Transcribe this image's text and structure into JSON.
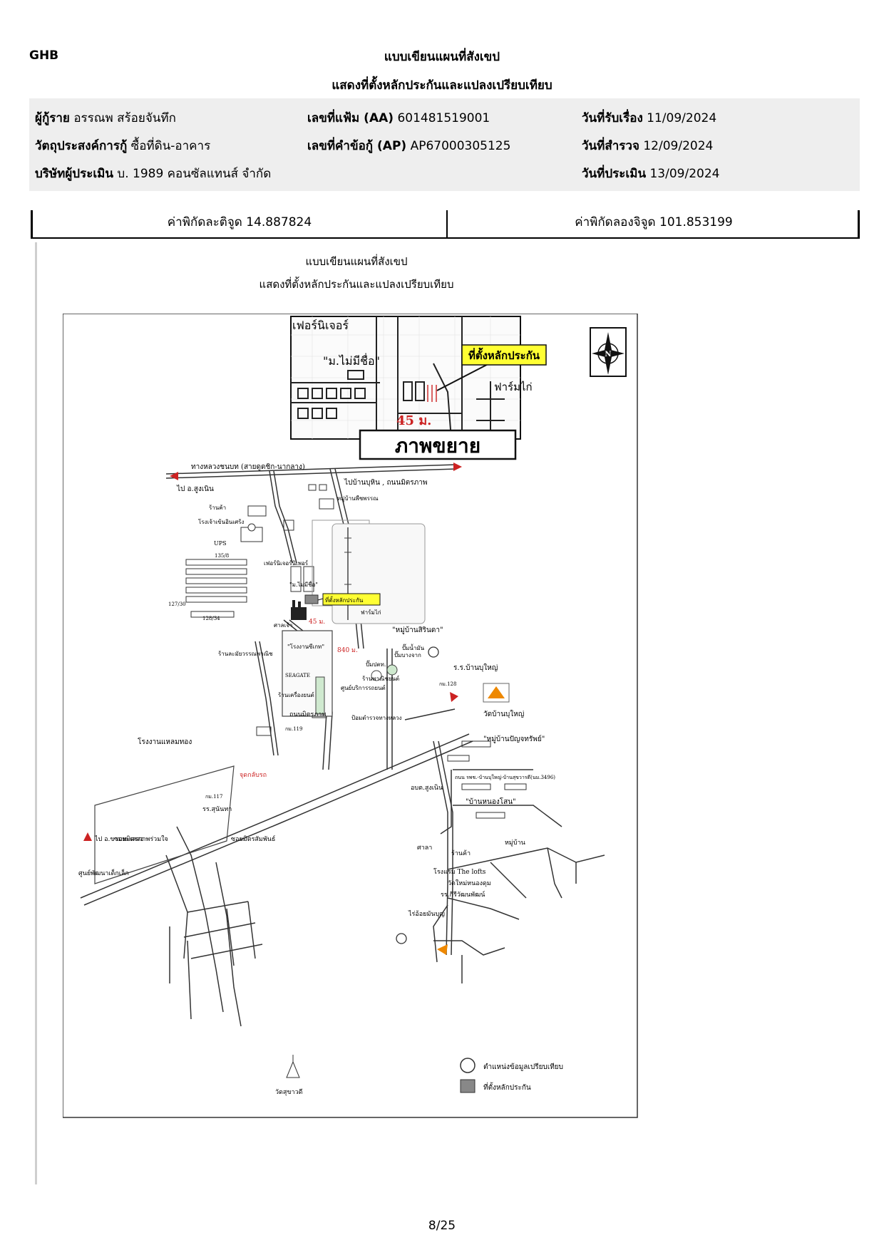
{
  "header": {
    "org": "GHB",
    "title_line1": "แบบเขียนแผนที่สังเขป",
    "title_line2": "แสดงที่ตั้งหลักประกันและแปลงเปรียบเทียบ"
  },
  "info": {
    "borrower_label": "ผู้กู้ราย",
    "borrower_value": "อรรณพ สร้อยจันทึก",
    "file_no_label": "เลขที่แฟ้ม (AA)",
    "file_no_value": "601481519001",
    "received_date_label": "วันที่รับเรื่อง",
    "received_date_value": "11/09/2024",
    "purpose_label": "วัตถุประสงค์การกู้",
    "purpose_value": "ซื้อที่ดิน-อาคาร",
    "request_no_label": "เลขที่คำข้อกู้ (AP)",
    "request_no_value": "AP67000305125",
    "survey_date_label": "วันที่สำรวจ",
    "survey_date_value": "12/09/2024",
    "appraiser_label": "บริษัทผู้ประเมิน",
    "appraiser_value": "บ. 1989 คอนซัลแทนส์ จำกัด",
    "appraisal_date_label": "วันที่ประเมิน",
    "appraisal_date_value": "13/09/2024"
  },
  "coords": {
    "lat_text": "ค่าพิกัดละติจูด 14.887824",
    "lng_text": "ค่าพิกัดลองจิจูด 101.853199"
  },
  "map": {
    "heading1": "แบบเขียนแผนที่สังเขป",
    "heading2": "แสดงที่ตั้งหลักประกันและแปลงเปรียบเทียบ",
    "inset": {
      "label_furniture": "เฟอร์นิเจอร์",
      "label_village": "\"ม.ไม่มีชื่อ\"",
      "label_collateral": "ที่ตั้งหลักประกัน",
      "label_farm": "ฟาร์มไก่",
      "label_distance": "45 ม.",
      "label_zoom": "ภาพขยาย",
      "north": "N"
    },
    "labels": {
      "highway_top": "ทางหลวงชนบท (สายดูดชิก-นากลาง)",
      "to_sungnoen": "ไป อ.สูงเนิน",
      "to_banbu": "ไปบ้านบุหิน , ถนนมิตรภาพ",
      "village_top": "หมู่บ้านพืชพรรณ",
      "shop": "ร้านค้า",
      "chinese_shrine": "โรงเจ้าเข้นอินเศร้ง",
      "ups": "UPS",
      "furniture": "เฟอร์นิเจอร์นิเพอร์",
      "no_name": "\"ม.ไม่มีชื่อ\"",
      "collateral": "ที่ตั้งหลักประกัน",
      "farm": "ฟาร์มไก่",
      "dist45": "45 ม.",
      "n135": "135/8",
      "n127": "127/30",
      "n128": "128/34",
      "mosque": "ศาลเจ้า",
      "factory": "\"โรงงานซีเกท\"",
      "dist840": "840 ม.",
      "village_sirinda": "\"หมู่บ้านสิรินดา\"",
      "gas_station": "ปั๊มน้ำมัน",
      "bangchak": "ปั๊มบางจาก",
      "gas_ptt": "ปั๊มปตท.",
      "school_banbu": "ร.ร.บ้านบุใหญ่",
      "km128": "กม.128",
      "wat_banbu": "วัดบ้านบุใหญ่",
      "shop_lamai": "ร้านละมัยวรรณพาณิช",
      "seagate": "SEAGATE",
      "shop_khrueng": "ร้านเครื่องยนต์",
      "service_center": "ศูนย์บริการรถยนต์",
      "shop_rotkhan": "ร้านพาณิชยนต์",
      "police": "ป้อมตำรวจทางหลวง",
      "hwy_mittraphap": "ถนนมิตรภาพ",
      "km119": "กม.119",
      "village_panya": "\"หมู่บ้านปัญจทรัพย์\"",
      "factory_thong": "โรงงานแหลมทอง",
      "to_sungnoen_left": "ไป อ.สูงเนิน",
      "u_turn": "จุดกลับรถ",
      "km117": "กม.117",
      "to_khonkaen": "ไป อ.ขามทะเลสอ",
      "school_sunantha": "รร.สุนันทา",
      "road_3496": "ถนน รพช.-บ้านบุใหญ่-บ้านสุขวารดี(นม.3496)",
      "obt": "อบต.สูงเนิน",
      "village_nongsano": "\"บ้านหนองโสน\"",
      "soi_mitr1": "ซอยมิตรภาพร่วมใจ",
      "soi_mitr2": "ซอยมิตรสัมพันธ์",
      "child_center": "ศูนย์พัฒนาเด็กเล็ก",
      "sala": "ศาลา",
      "shop2": "ร้านค้า",
      "hotel": "โรงแรม The lofts",
      "wat_nongdum": "วัดใหม่หนองดุม",
      "school_kiri": "รร.กีรีวัฒนพัฒน์",
      "cassava": "ไร่อ้อยมันบุญ",
      "wat_sukhawadi": "วัดสุขาวดี",
      "village_right": "หมู่บ้าน",
      "legend_comparison": "ตำแหน่งข้อมูลเปรียบเทียบ",
      "legend_collateral": "ที่ตั้งหลักประกัน"
    }
  },
  "footer": {
    "page": "8/25"
  }
}
